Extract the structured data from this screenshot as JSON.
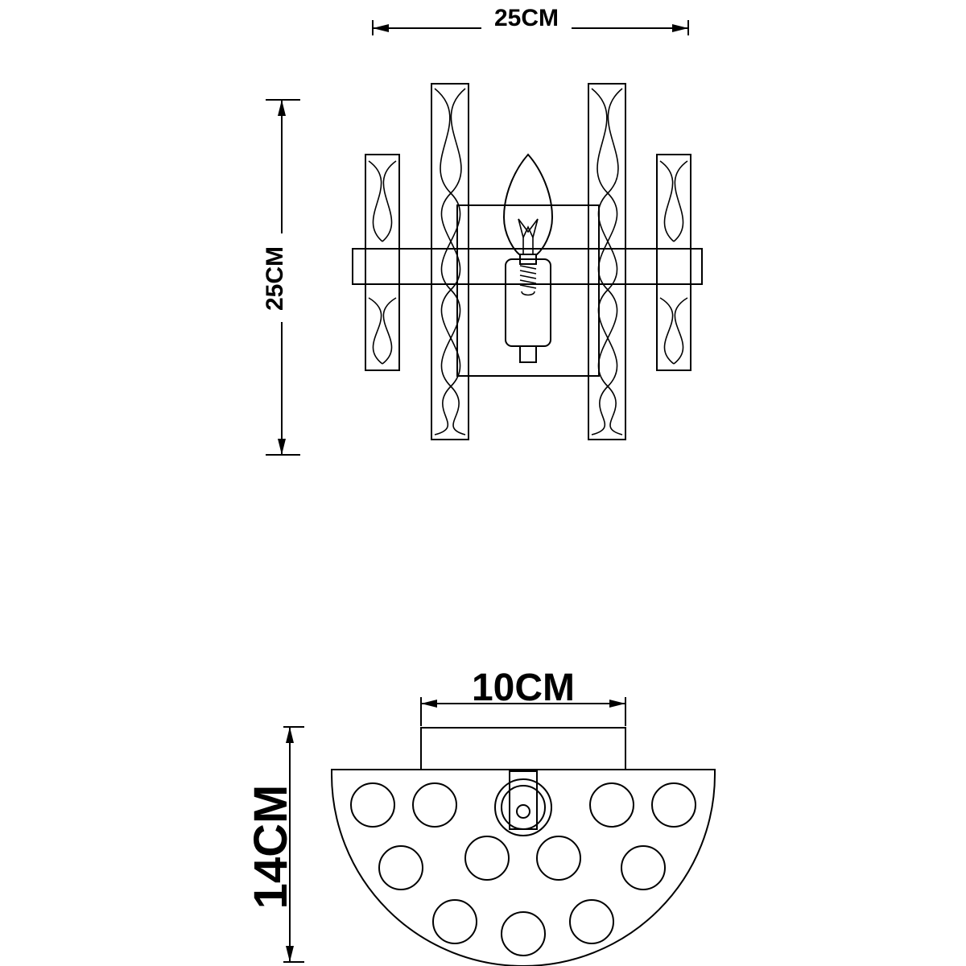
{
  "front_view": {
    "width_label": "25CM",
    "height_label": "25CM"
  },
  "top_view": {
    "width_label": "10CM",
    "depth_label": "14CM"
  }
}
